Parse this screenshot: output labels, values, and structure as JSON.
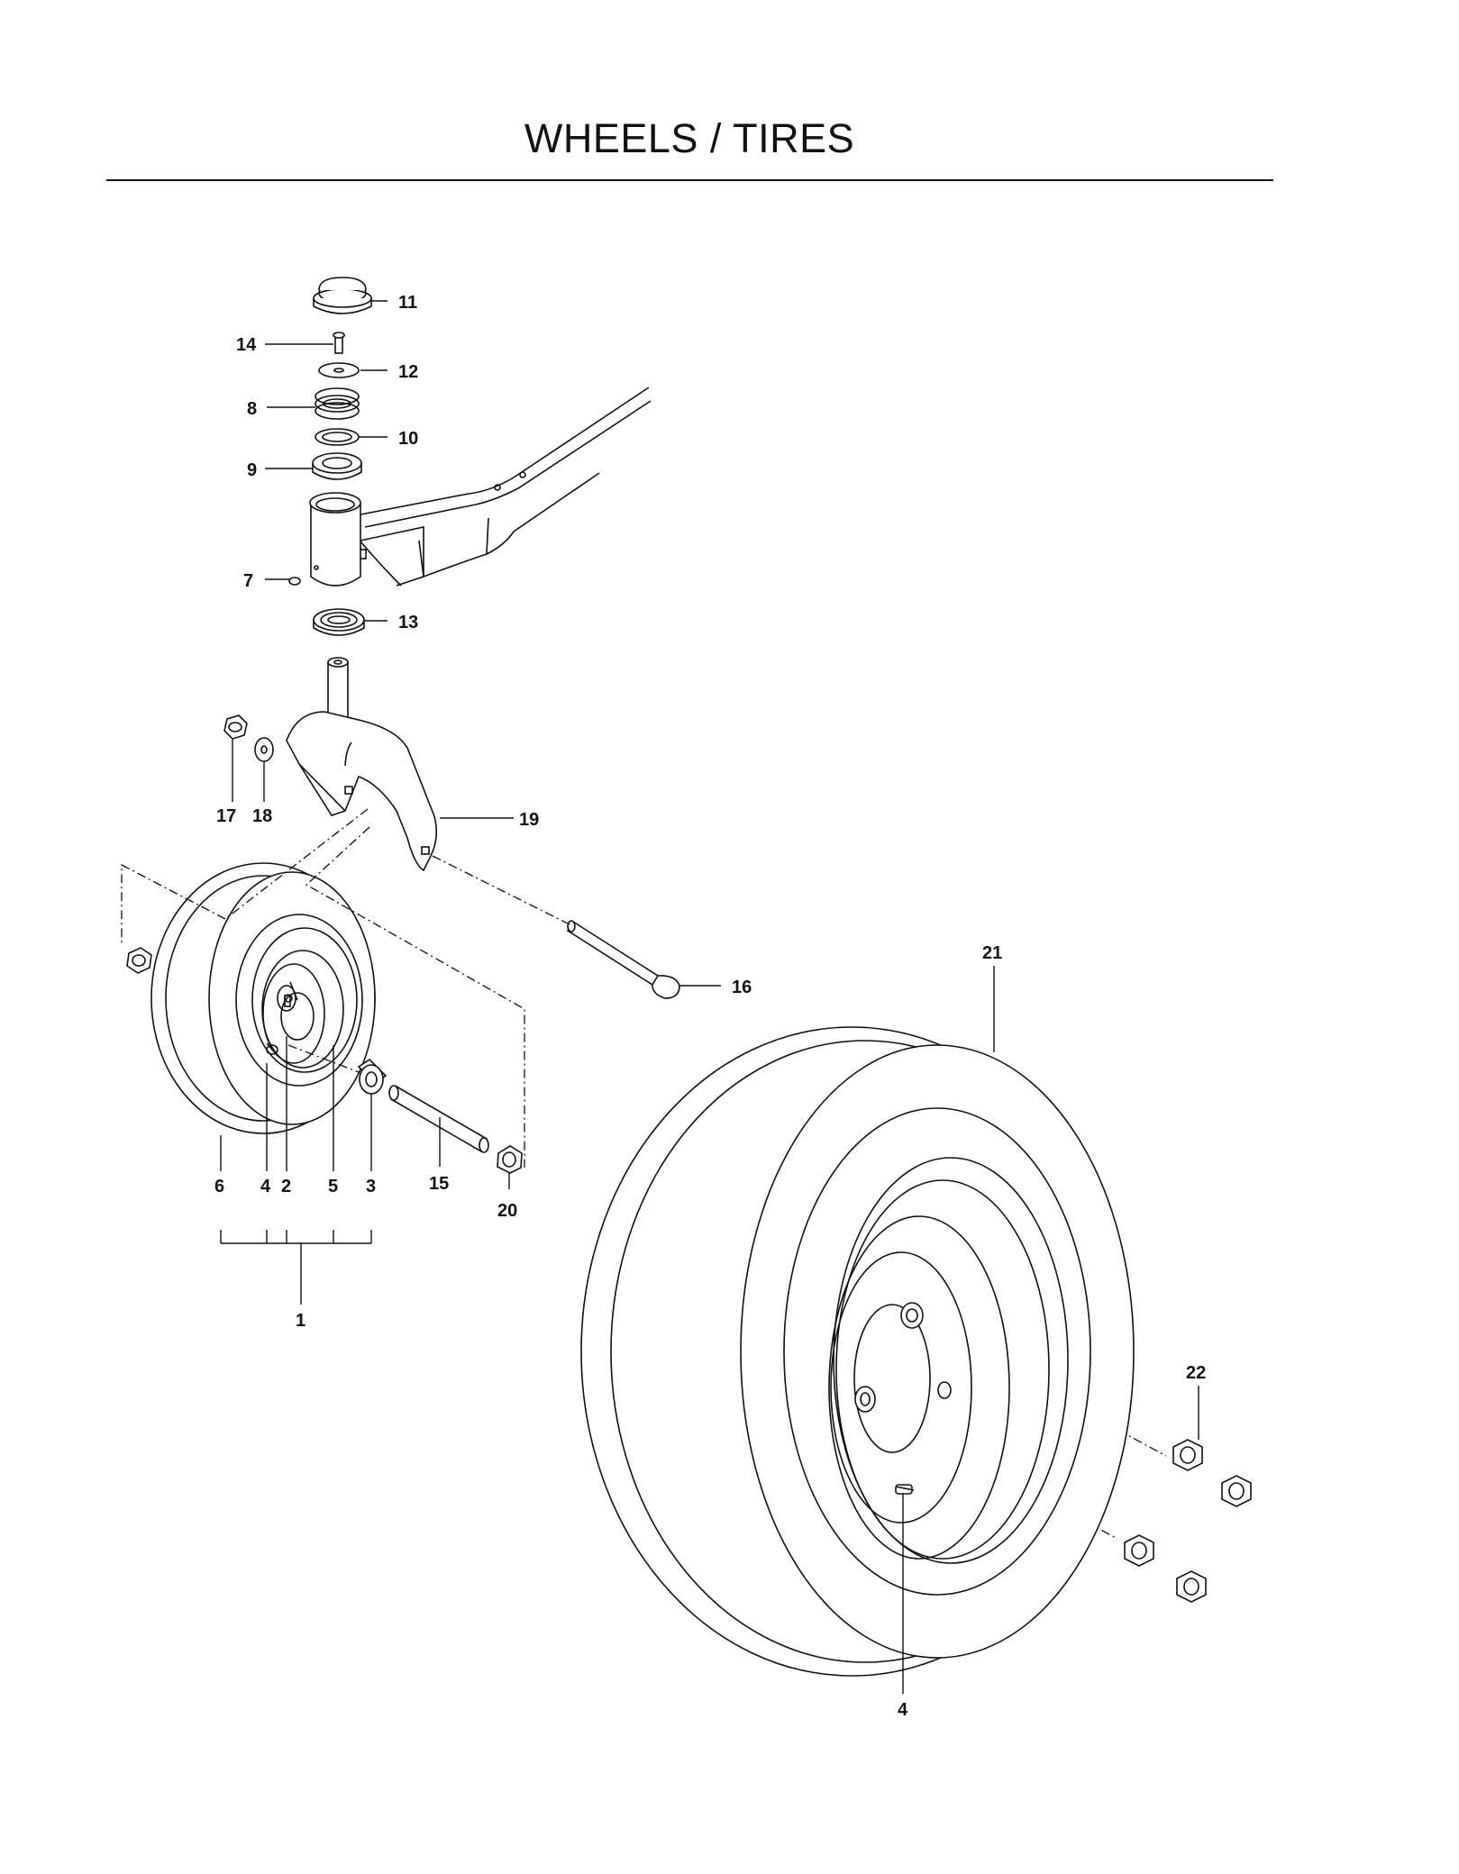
{
  "title": "WHEELS / TIRES",
  "callouts": [
    {
      "id": "c11",
      "label": "11"
    },
    {
      "id": "c14",
      "label": "14"
    },
    {
      "id": "c12",
      "label": "12"
    },
    {
      "id": "c8",
      "label": "8"
    },
    {
      "id": "c10",
      "label": "10"
    },
    {
      "id": "c9",
      "label": "9"
    },
    {
      "id": "c7",
      "label": "7"
    },
    {
      "id": "c13",
      "label": "13"
    },
    {
      "id": "c17",
      "label": "17"
    },
    {
      "id": "c18",
      "label": "18"
    },
    {
      "id": "c19",
      "label": "19"
    },
    {
      "id": "c16",
      "label": "16"
    },
    {
      "id": "c21",
      "label": "21"
    },
    {
      "id": "c6",
      "label": "6"
    },
    {
      "id": "c4a",
      "label": "4"
    },
    {
      "id": "c2",
      "label": "2"
    },
    {
      "id": "c5",
      "label": "5"
    },
    {
      "id": "c3",
      "label": "3"
    },
    {
      "id": "c15",
      "label": "15"
    },
    {
      "id": "c20",
      "label": "20"
    },
    {
      "id": "c1",
      "label": "1"
    },
    {
      "id": "c22",
      "label": "22"
    },
    {
      "id": "c4b",
      "label": "4"
    }
  ]
}
